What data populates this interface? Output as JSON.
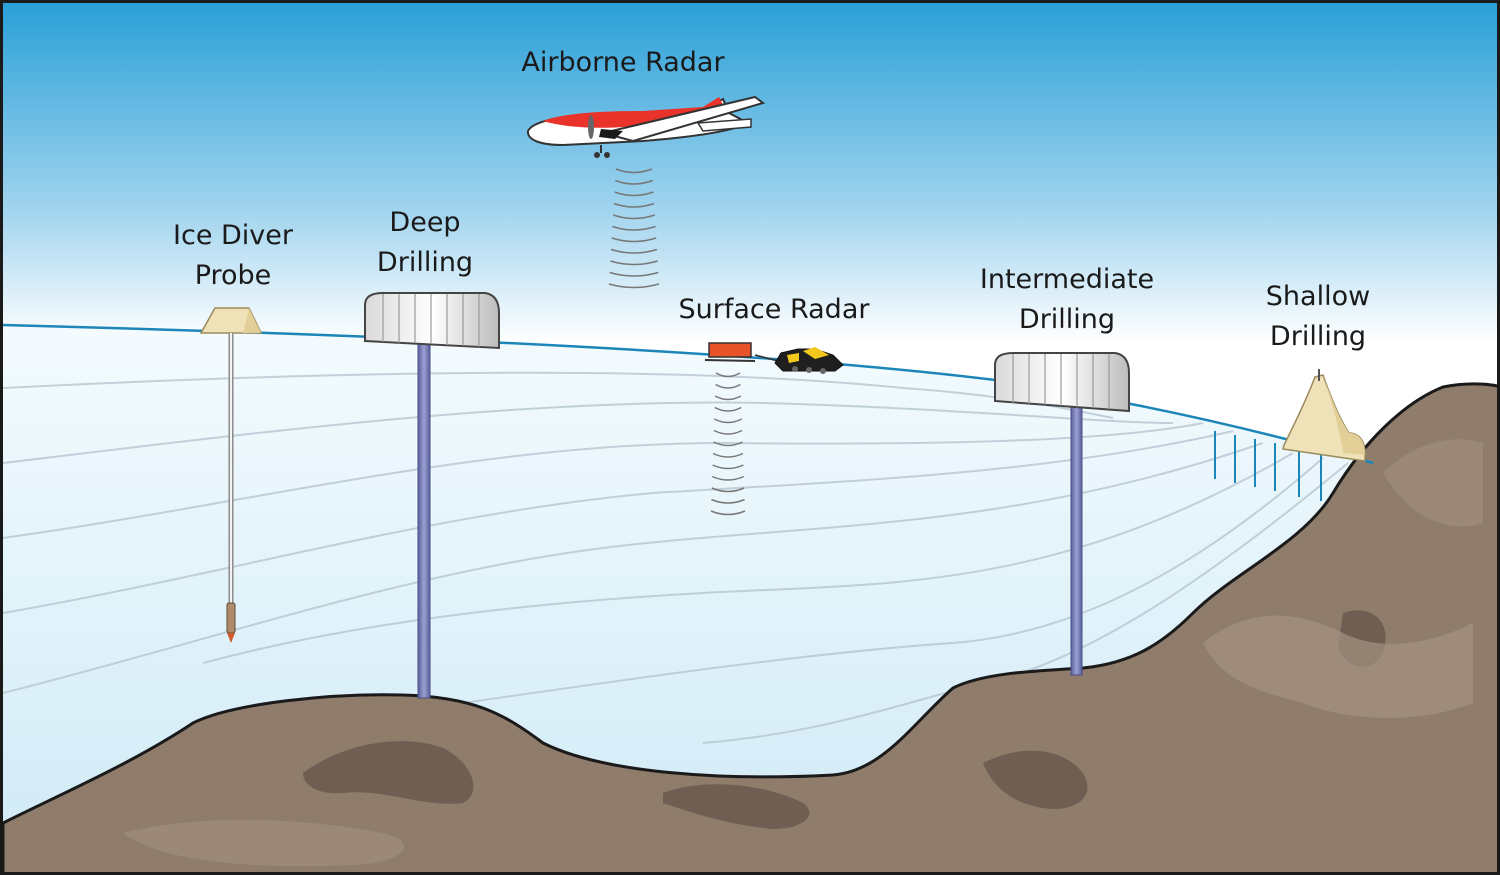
{
  "labels": {
    "airborne_radar": "Airborne Radar",
    "ice_diver_probe": [
      "Ice Diver",
      "Probe"
    ],
    "deep_drilling": [
      "Deep",
      "Drilling"
    ],
    "surface_radar": "Surface Radar",
    "intermediate_drilling": [
      "Intermediate",
      "Drilling"
    ],
    "shallow_drilling": [
      "Shallow",
      "Drilling"
    ]
  },
  "colors": {
    "sky_top": "#29a0d8",
    "sky_bottom": "#ffffff",
    "ice_top": "#f4fbfe",
    "ice_bottom": "#cfeaf6",
    "ice_surface_line": "#1c86b8",
    "rock": "#8f7c6b",
    "rock_dark": "#6f5f52",
    "rock_light": "#a49181",
    "borehole": "#7a7fb8",
    "tent": "#f0e2b8",
    "aircraft_red": "#e8322a"
  }
}
